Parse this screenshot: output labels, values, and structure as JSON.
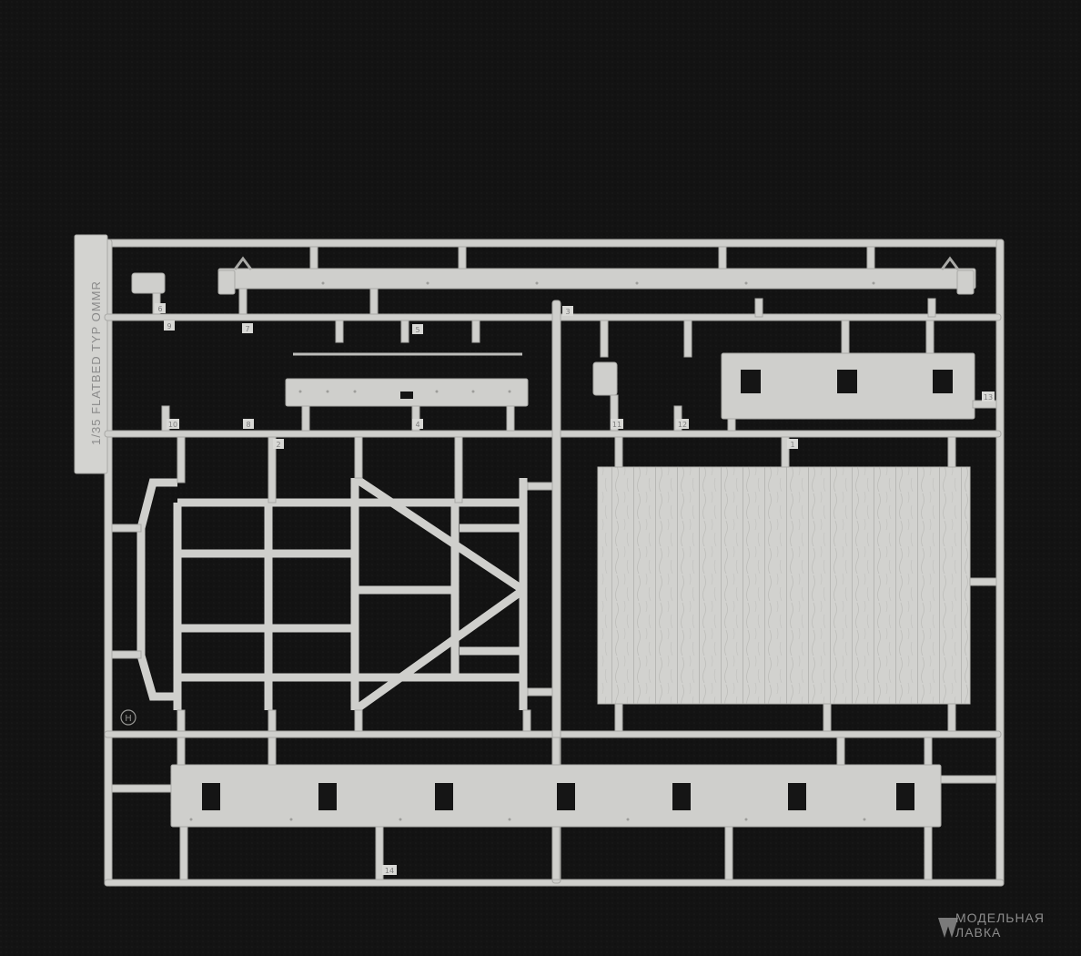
{
  "scene": {
    "subject": "plastic model kit sprue on dark felt",
    "colors": {
      "background": "#121212",
      "plastic": "#cfcfcc",
      "plastic_shadow": "#a9a9a6",
      "hole": "#151515",
      "label": "#7d7d7d"
    }
  },
  "sprue": {
    "side_label": "1/35 FLATBED TYP OMMR",
    "part_numbers": [
      "3",
      "6",
      "7",
      "9",
      "10",
      "8",
      "5",
      "4",
      "11",
      "12",
      "13",
      "2",
      "1",
      "14"
    ],
    "letter_mark": "H"
  },
  "watermark": {
    "logo_icon": "shop-logo-icon",
    "line1": "МОДЕЛЬНАЯ",
    "line2": "ЛАВКА"
  }
}
